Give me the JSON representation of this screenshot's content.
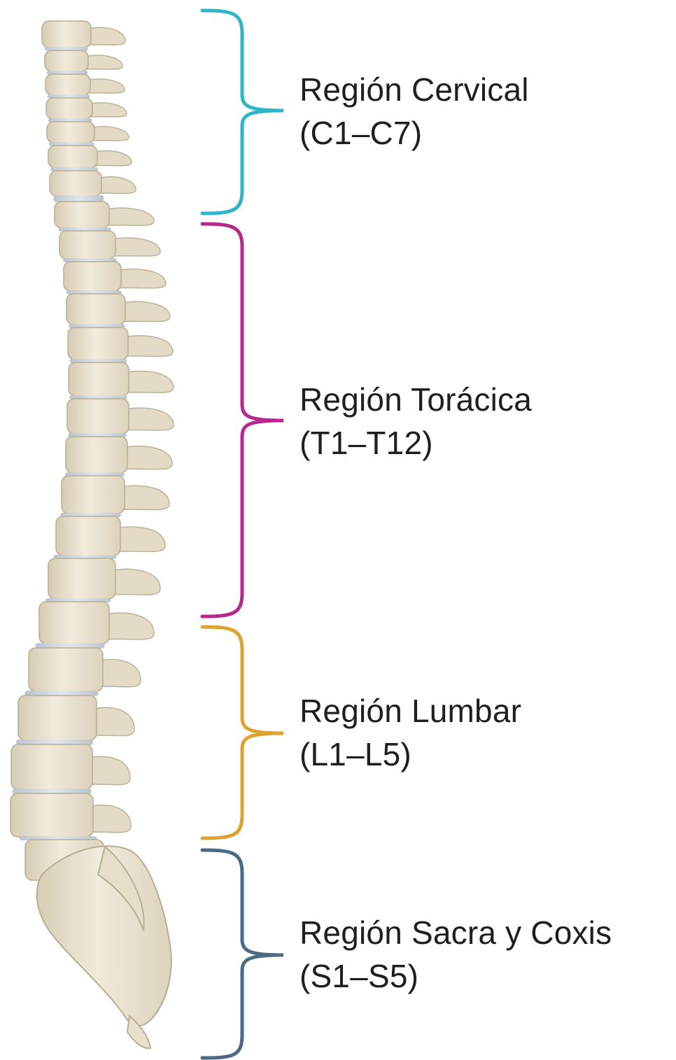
{
  "regions": {
    "cervical": {
      "name": "Región Cervical",
      "range": "(C1–C7)",
      "color": "#2fb6c6"
    },
    "thoracic": {
      "name": "Región Torácica",
      "range": "(T1–T12)",
      "color": "#b8278e"
    },
    "lumbar": {
      "name": "Región Lumbar",
      "range": "(L1–L5)",
      "color": "#e0a22f"
    },
    "sacral": {
      "name": "Región Sacra y Coxis",
      "range": "(S1–S5)",
      "color": "#4a6a86"
    }
  },
  "bone_color": "#ece5d3",
  "disc_color": "#c9d3db"
}
